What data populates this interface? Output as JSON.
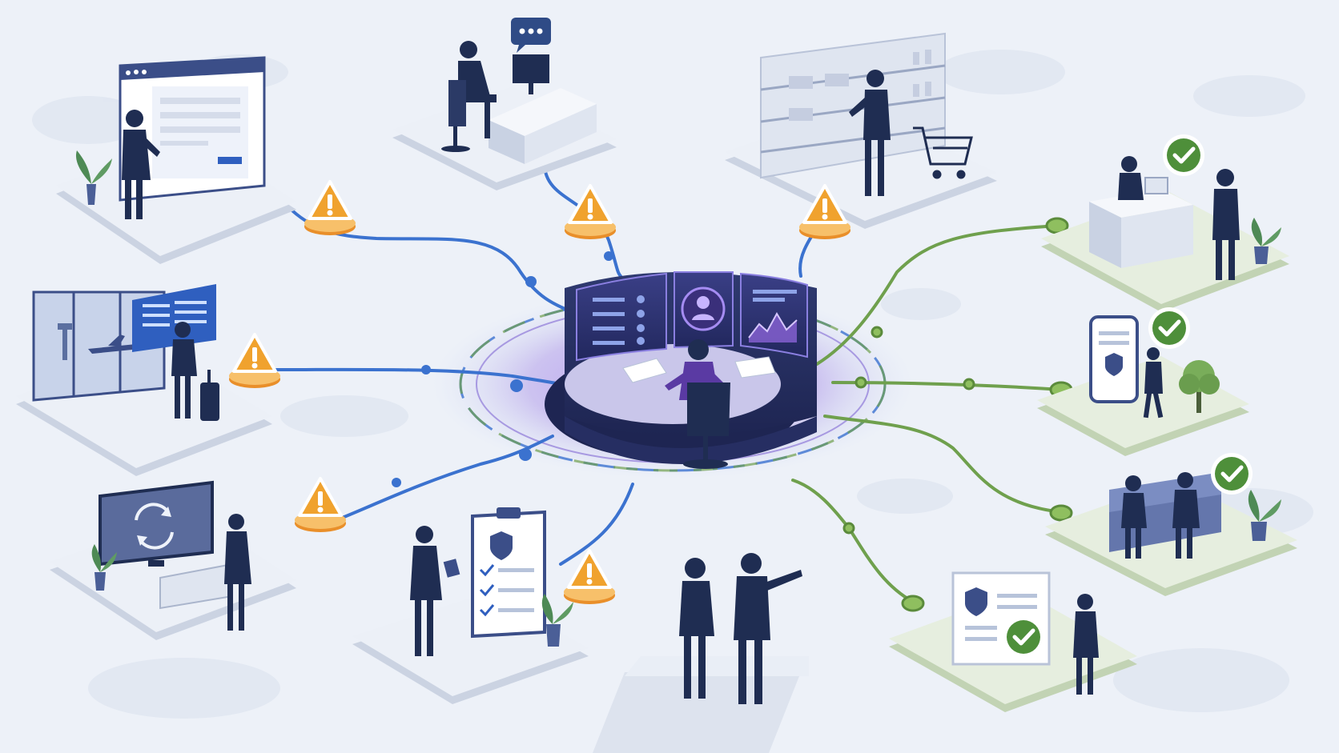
{
  "colors": {
    "background": "#edf1f8",
    "platform_top": "#ecf0f7",
    "platform_side": "#cbd3e2",
    "platform_green_top": "#e6eedf",
    "platform_green_side": "#c2d3b4",
    "blue_line": "#3b72cf",
    "green_line": "#6fa04d",
    "warning_fill": "#f0a22e",
    "warning_base": "#e98f2a",
    "check_fill": "#4e8f3a",
    "person": "#1f2d52",
    "hub_dark": "#2b3566",
    "hub_glow": "#8a63d6"
  },
  "hub": {
    "name": "monitoring-hub",
    "icon": "user-profile-icon"
  },
  "scenes": [
    {
      "name": "web-portal-station",
      "side": "blue",
      "status": "warning"
    },
    {
      "name": "support-desk-station",
      "side": "blue",
      "status": "warning"
    },
    {
      "name": "retail-store-station",
      "side": "blue",
      "status": "warning"
    },
    {
      "name": "airport-travel-station",
      "side": "blue",
      "status": "warning"
    },
    {
      "name": "tv-update-station",
      "side": "blue",
      "status": "warning"
    },
    {
      "name": "compliance-checklist-station",
      "side": "blue",
      "status": "warning"
    },
    {
      "name": "service-counter-station",
      "side": "green",
      "status": "check"
    },
    {
      "name": "mobile-app-station",
      "side": "green",
      "status": "check"
    },
    {
      "name": "consultation-station",
      "side": "green",
      "status": "check"
    },
    {
      "name": "secure-document-station",
      "side": "green",
      "status": "check"
    },
    {
      "name": "observers-station",
      "side": "neutral",
      "status": "none"
    }
  ]
}
